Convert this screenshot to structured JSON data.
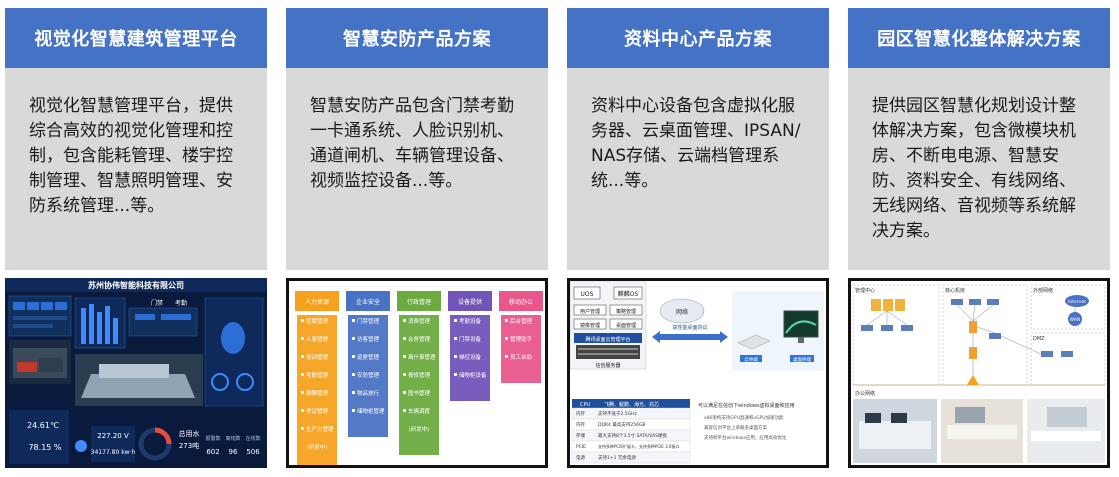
{
  "cards": [
    {
      "title": "视觉化智慧建筑管理平台",
      "description": "视觉化智慧管理平台，提供综合高效的视觉化管理和控制，包含能耗管理、楼宇控制管理、智慧照明管理、安防系统管理...等。",
      "screenshot": {
        "company": "苏州协伟智能科技有限公司",
        "labels": [
          "门禁",
          "考勤"
        ],
        "temperature": "24.61℃",
        "humidity": "78.15 %",
        "voltage": "227.20 V",
        "energy": "34177.80 kw·h",
        "gauge_label": "总用水",
        "gauge_value": "273吨",
        "stats": [
          {
            "label": "报警数",
            "value": "602"
          },
          {
            "label": "离线数",
            "value": "96"
          },
          {
            "label": "在线数",
            "value": "506"
          }
        ]
      }
    },
    {
      "title": "智慧安防产品方案",
      "description": "智慧安防产品包含门禁考勤一卡通系统、人脸识别机、通道闸机、车辆管理设备、视频监控设备...等。",
      "diagram": {
        "columns": [
          {
            "header": "人力资源",
            "items": [
              "招聘管理",
              "人事管理",
              "培训管理",
              "考勤管理",
              "薪酬管理",
              "考证管理",
              "生产力管理",
              "(研发中)"
            ]
          },
          {
            "header": "企业安全",
            "items": [
              "门禁管理",
              "访客管理",
              "巡更管理",
              "安防管理",
              "物品放行",
              "储物柜管理"
            ]
          },
          {
            "header": "行政管理",
            "items": [
              "消费管理",
              "会务管理",
              "离什事管理",
              "报修管理",
              "图书管理",
              "车辆调度",
              "(研发中)"
            ]
          },
          {
            "header": "设备提供",
            "items": [
              "考勤设备",
              "门禁设备",
              "梯控设备",
              "储物柜设备"
            ]
          },
          {
            "header": "移动办公",
            "items": [
              "后台管理",
              "管理助手",
              "员工自助"
            ]
          }
        ]
      }
    },
    {
      "title": "资料中心产品方案",
      "description": "资料中心设备包含虚拟化服务器、云桌面管理、IPSAN/ NAS存储、云端档管理系统...等。",
      "diagram": {
        "boxes": [
          "UOS",
          "麒麟OS",
          "用户管理",
          "策略管理",
          "镜像管理",
          "桌面管理"
        ],
        "platform": "腾讯桌面云管理平台",
        "server": "信创服务器",
        "network": "网络",
        "protocol": "高性能桌面协议",
        "devices": [
          "云终端",
          "桌面终端"
        ],
        "table_head": [
          "CPU",
          "飞腾、鲲鹏、海光、兆芯"
        ],
        "table_rows": [
          [
            "内存",
            "支持不低于2.5GHz"
          ],
          [
            "内存",
            "DDR4 最高支持256GB"
          ],
          [
            "存储",
            "最大支持8个3.5寸 SATA/SAS硬盘"
          ],
          [
            "PCIE",
            "支持多种PCIE扩展卡，支持多种PCIE 3.0接口"
          ],
          [
            "电源",
            "支持1+1 冗余电源"
          ]
        ],
        "notes_title": "可以满足在信创下windows虚拟桌面和应用",
        "notes": [
          "x86架构支持GPU直通和vGPU加速功能",
          "兼容信创平台上承载多桌面方案",
          "支持跨平台windows应用，应用高效优化"
        ]
      }
    },
    {
      "title": "园区智慧化整体解决方案",
      "description": "提供园区智慧化规划设计整体解决方案，包含微模块机房、不断电电源、智慧安防、资料安全、有线网络、无线网络、音视频等系统解决方案。",
      "diagram": {
        "zones": [
          "管理中心",
          "核心机房",
          "外部网络",
          "DMZ"
        ],
        "labels": [
          "Internet",
          "WAN",
          "办公网络"
        ]
      }
    }
  ],
  "colors": {
    "header_bg": "#4472c4",
    "body_bg": "#d9d9d9",
    "orange": "#f5a11c",
    "blue": "#4a72c4",
    "green": "#6cab3f",
    "purple": "#7154b8",
    "pink": "#e8568c"
  }
}
